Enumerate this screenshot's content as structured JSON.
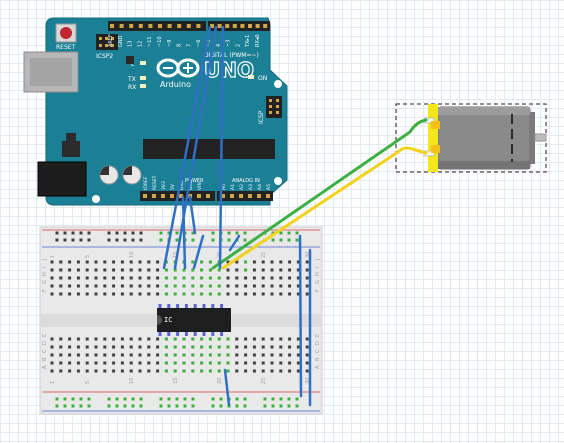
{
  "arduino": {
    "reset_label": "RESET",
    "icsp2_label": "ICSP2",
    "icsp_label": "ICSP",
    "brand": "Arduino",
    "logo_text": "UNO",
    "tx_label": "TX",
    "rx_label": "RX",
    "l_label": "L",
    "on_label": "ON",
    "digital_label": "DIGITAL (PWM=~)",
    "power_label": "POWER",
    "analog_label": "ANALOG IN",
    "top_pin_labels": [
      "AREF",
      "GND",
      "13",
      "12",
      "~11",
      "~10",
      "~9",
      "8",
      "7",
      "~6",
      "~5",
      "4",
      "~3",
      "2",
      "TX▸1",
      "RX◂0"
    ],
    "bottom_pin_labels": [
      "IOREF",
      "RESET",
      "3V3",
      "5V",
      "GND",
      "GND",
      "VIN",
      "A0",
      "A1",
      "A2",
      "A3",
      "A4",
      "A5"
    ]
  },
  "breadboard": {
    "column_numbers": [
      "1",
      "5",
      "10",
      "15",
      "20",
      "25",
      "30"
    ],
    "row_letters_top": [
      "J",
      "I",
      "H",
      "G",
      "F"
    ],
    "row_letters_bottom": [
      "E",
      "D",
      "C",
      "B",
      "A"
    ]
  },
  "ic": {
    "label": "IC"
  },
  "wire_colors": {
    "blue": "#2f6fc4",
    "green": "#3cb043",
    "yellow": "#f2d21b"
  },
  "board_color": "#1b7f96"
}
